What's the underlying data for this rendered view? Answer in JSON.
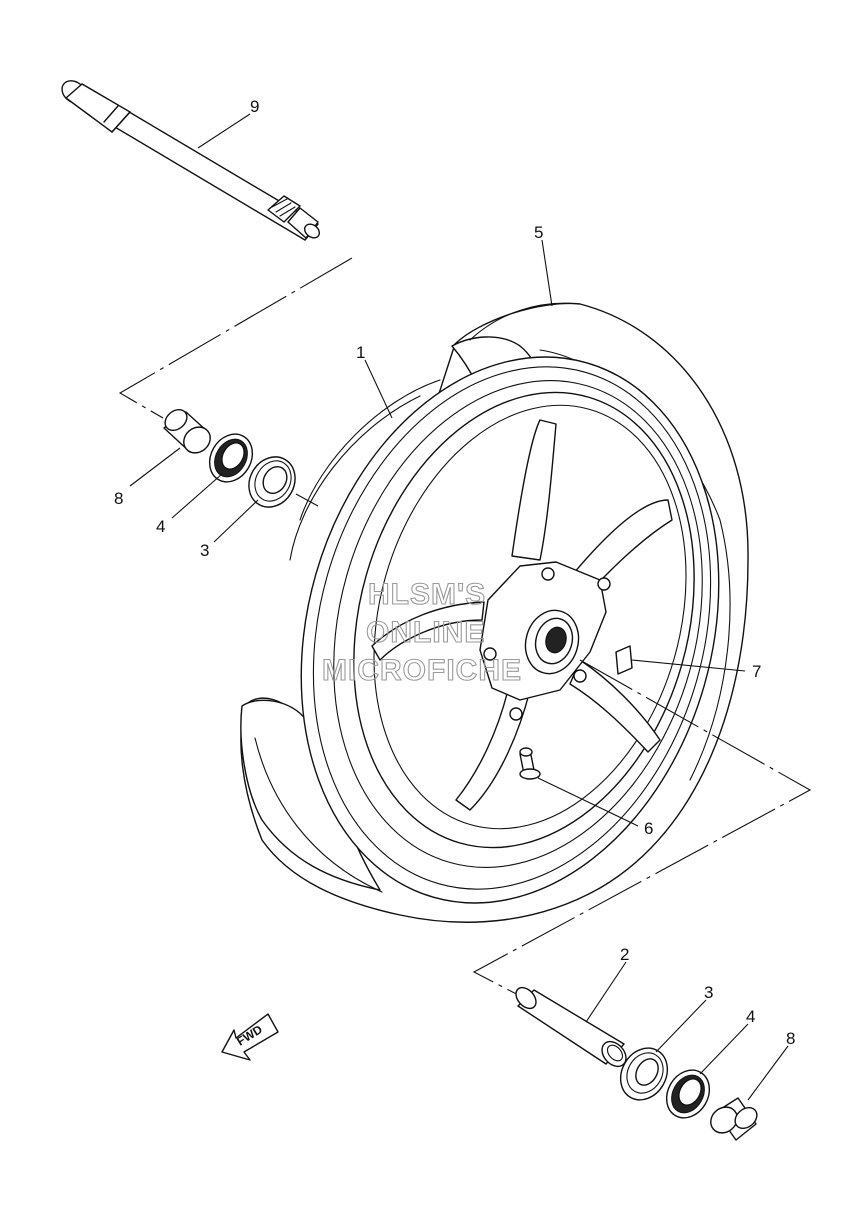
{
  "watermark": {
    "line1": "HLSM'S",
    "line2": "ONLINE",
    "line3": "MICROFICHE"
  },
  "direction_label": "FWD",
  "callouts": {
    "c1": "1",
    "c2": "2",
    "c3_left": "3",
    "c3_right": "3",
    "c4_left": "4",
    "c4_right": "4",
    "c5": "5",
    "c6": "6",
    "c7": "7",
    "c8_left": "8",
    "c8_right": "8",
    "c9": "9"
  }
}
